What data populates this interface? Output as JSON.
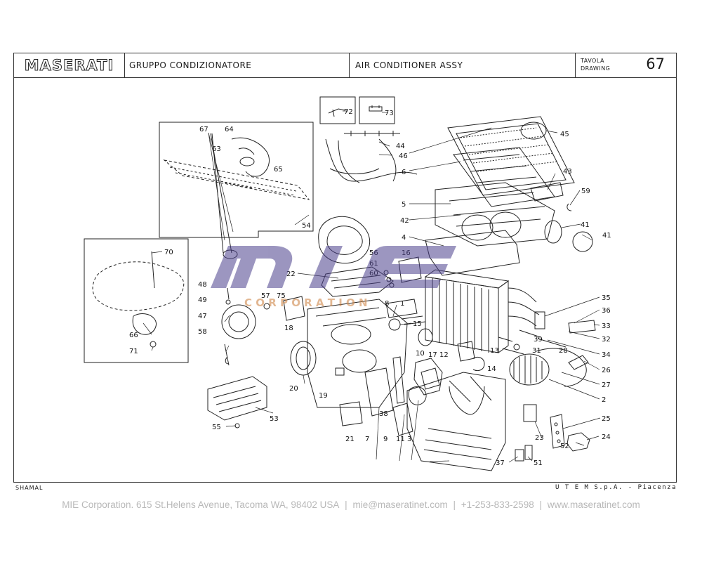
{
  "header": {
    "brand": "MASERATI",
    "title_it": "GRUPPO CONDIZIONATORE",
    "title_en": "AIR CONDITIONER ASSY",
    "table_label_it": "TAVOLA",
    "table_label_en": "DRAWING",
    "table_number": "67"
  },
  "footer": {
    "model": "SHAMAL",
    "publisher": "U T E M  S.p.A. - Piacenza"
  },
  "watermark": {
    "logo": "MIE",
    "subtitle": "C O R P O R A T I O N",
    "color": "#4a3f8c"
  },
  "contact": {
    "company": "MIE Corporation. 615 St.Helens Avenue, Tacoma WA, 98402 USA",
    "email": "mie@maseratinet.com",
    "phone": "+1-253-833-2598",
    "website": "www.maseratinet.com",
    "separator": "|"
  },
  "parts": [
    {
      "id": "p72",
      "label": "72"
    },
    {
      "id": "p73",
      "label": "73"
    },
    {
      "id": "p67",
      "label": "67"
    },
    {
      "id": "p64",
      "label": "64"
    },
    {
      "id": "p63",
      "label": "63"
    },
    {
      "id": "p65",
      "label": "65"
    },
    {
      "id": "p54",
      "label": "54"
    },
    {
      "id": "p44",
      "label": "44"
    },
    {
      "id": "p46",
      "label": "46"
    },
    {
      "id": "p45",
      "label": "45"
    },
    {
      "id": "p6",
      "label": "6"
    },
    {
      "id": "p43",
      "label": "43"
    },
    {
      "id": "p59",
      "label": "59"
    },
    {
      "id": "p5",
      "label": "5"
    },
    {
      "id": "p42",
      "label": "42"
    },
    {
      "id": "p41a",
      "label": "41"
    },
    {
      "id": "p41b",
      "label": "41"
    },
    {
      "id": "p4",
      "label": "4"
    },
    {
      "id": "p70",
      "label": "70"
    },
    {
      "id": "p56",
      "label": "56"
    },
    {
      "id": "p16",
      "label": "16"
    },
    {
      "id": "p61",
      "label": "61"
    },
    {
      "id": "p60",
      "label": "60"
    },
    {
      "id": "p22",
      "label": "22"
    },
    {
      "id": "p48",
      "label": "48"
    },
    {
      "id": "p49",
      "label": "49"
    },
    {
      "id": "p57",
      "label": "57"
    },
    {
      "id": "p75",
      "label": "75"
    },
    {
      "id": "p8",
      "label": "8"
    },
    {
      "id": "p1",
      "label": "1"
    },
    {
      "id": "p35",
      "label": "35"
    },
    {
      "id": "p36",
      "label": "36"
    },
    {
      "id": "p33",
      "label": "33"
    },
    {
      "id": "p47",
      "label": "47"
    },
    {
      "id": "p15",
      "label": "15"
    },
    {
      "id": "p66",
      "label": "66"
    },
    {
      "id": "p18",
      "label": "18"
    },
    {
      "id": "p58",
      "label": "58"
    },
    {
      "id": "p39",
      "label": "39"
    },
    {
      "id": "p32",
      "label": "32"
    },
    {
      "id": "p71",
      "label": "71"
    },
    {
      "id": "p10",
      "label": "10"
    },
    {
      "id": "p17",
      "label": "17"
    },
    {
      "id": "p12",
      "label": "12"
    },
    {
      "id": "p13",
      "label": "13"
    },
    {
      "id": "p31",
      "label": "31"
    },
    {
      "id": "p34",
      "label": "34"
    },
    {
      "id": "p28",
      "label": "28"
    },
    {
      "id": "p26",
      "label": "26"
    },
    {
      "id": "p14",
      "label": "14"
    },
    {
      "id": "p27",
      "label": "27"
    },
    {
      "id": "p20",
      "label": "20"
    },
    {
      "id": "p19",
      "label": "19"
    },
    {
      "id": "p2",
      "label": "2"
    },
    {
      "id": "p38",
      "label": "38"
    },
    {
      "id": "p53",
      "label": "53"
    },
    {
      "id": "p25",
      "label": "25"
    },
    {
      "id": "p55",
      "label": "55"
    },
    {
      "id": "p23",
      "label": "23"
    },
    {
      "id": "p21",
      "label": "21"
    },
    {
      "id": "p7",
      "label": "7"
    },
    {
      "id": "p9",
      "label": "9"
    },
    {
      "id": "p11",
      "label": "11"
    },
    {
      "id": "p3",
      "label": "3"
    },
    {
      "id": "p24",
      "label": "24"
    },
    {
      "id": "p52",
      "label": "52"
    },
    {
      "id": "p37",
      "label": "37"
    },
    {
      "id": "p51",
      "label": "51"
    }
  ]
}
